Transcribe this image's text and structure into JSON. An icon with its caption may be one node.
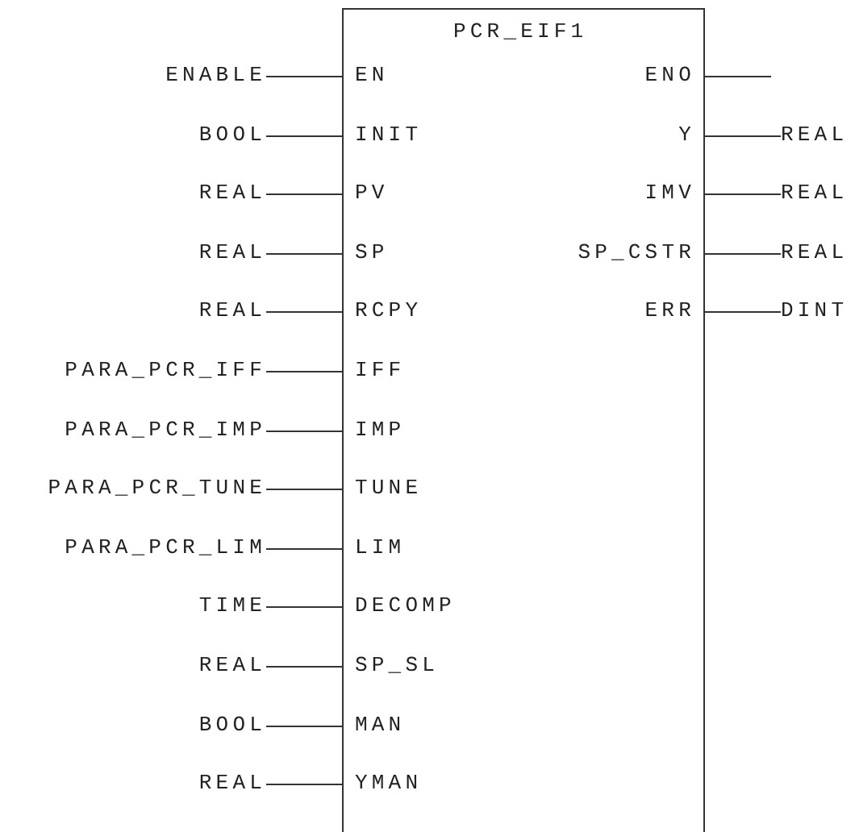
{
  "diagram": {
    "nodes": [
      {
        "text": [
          "PCR_EIF1"
        ]
      },
      {
        "text": [
          "EN"
        ],
        "in": 0
      },
      {
        "text": [
          "INIT"
        ],
        "in": 0
      },
      {
        "text": [
          "PV"
        ],
        "in": 0
      },
      {
        "text": [
          "SP"
        ],
        "in": 0
      },
      {
        "text": [
          "RCPY"
        ],
        "in": 0
      },
      {
        "text": [
          "IFF"
        ],
        "in": 0
      },
      {
        "text": [
          "IMP"
        ],
        "in": 0
      },
      {
        "text": [
          "TUNE"
        ],
        "in": 0
      },
      {
        "text": [
          "LIM"
        ],
        "in": 0
      },
      {
        "text": [
          "DECOMP"
        ],
        "in": 0
      },
      {
        "text": [
          "SP_SL"
        ],
        "in": 0
      },
      {
        "text": [
          "MAN"
        ],
        "in": 0
      },
      {
        "text": [
          "YMAN"
        ],
        "in": 0
      },
      {
        "text": [
          "ENO"
        ],
        "in": 0
      },
      {
        "text": [
          "Y"
        ],
        "in": 0
      },
      {
        "text": [
          "IMV"
        ],
        "in": 0
      },
      {
        "text": [
          "SP_CSTR"
        ],
        "in": 0
      },
      {
        "text": [
          "ERR"
        ],
        "in": 0
      },
      {
        "text": [
          "ENABLE"
        ]
      },
      {
        "text": [
          "BOOL"
        ]
      },
      {
        "text": [
          "REAL"
        ]
      },
      {
        "text": [
          "REAL"
        ]
      },
      {
        "text": [
          "REAL"
        ]
      },
      {
        "text": [
          "PARA_PCR_IFF"
        ]
      },
      {
        "text": [
          "PARA_PCR_IMP"
        ]
      },
      {
        "text": [
          "PARA_PCR_TUNE"
        ]
      },
      {
        "text": [
          "PARA_PCR_LIM"
        ]
      },
      {
        "text": [
          "TIME"
        ]
      },
      {
        "text": [
          "REAL"
        ]
      },
      {
        "text": [
          "BOOL"
        ]
      },
      {
        "text": [
          "REAL"
        ]
      },
      {
        "text": [
          "REAL"
        ]
      },
      {
        "text": [
          "REAL"
        ]
      },
      {
        "text": [
          "REAL"
        ]
      },
      {
        "text": [
          "DINT"
        ]
      }
    ],
    "edges": [
      {
        "from": 19,
        "to": 1,
        "arrow": "none"
      },
      {
        "from": 20,
        "to": 2,
        "arrow": "none"
      },
      {
        "from": 21,
        "to": 3,
        "arrow": "none"
      },
      {
        "from": 22,
        "to": 4,
        "arrow": "none"
      },
      {
        "from": 23,
        "to": 5,
        "arrow": "none"
      },
      {
        "from": 24,
        "to": 6,
        "arrow": "none"
      },
      {
        "from": 25,
        "to": 7,
        "arrow": "none"
      },
      {
        "from": 26,
        "to": 8,
        "arrow": "none"
      },
      {
        "from": 27,
        "to": 9,
        "arrow": "none"
      },
      {
        "from": 28,
        "to": 10,
        "arrow": "none"
      },
      {
        "from": 29,
        "to": 11,
        "arrow": "none"
      },
      {
        "from": 30,
        "to": 12,
        "arrow": "none"
      },
      {
        "from": 31,
        "to": 13,
        "arrow": "none"
      },
      {
        "from": 14,
        "to": null,
        "arrow": "none"
      },
      {
        "from": 15,
        "to": 32,
        "arrow": "none"
      },
      {
        "from": 16,
        "to": 33,
        "arrow": "none"
      },
      {
        "from": 17,
        "to": 34,
        "arrow": "none"
      },
      {
        "from": 18,
        "to": 35,
        "arrow": "none"
      }
    ]
  }
}
